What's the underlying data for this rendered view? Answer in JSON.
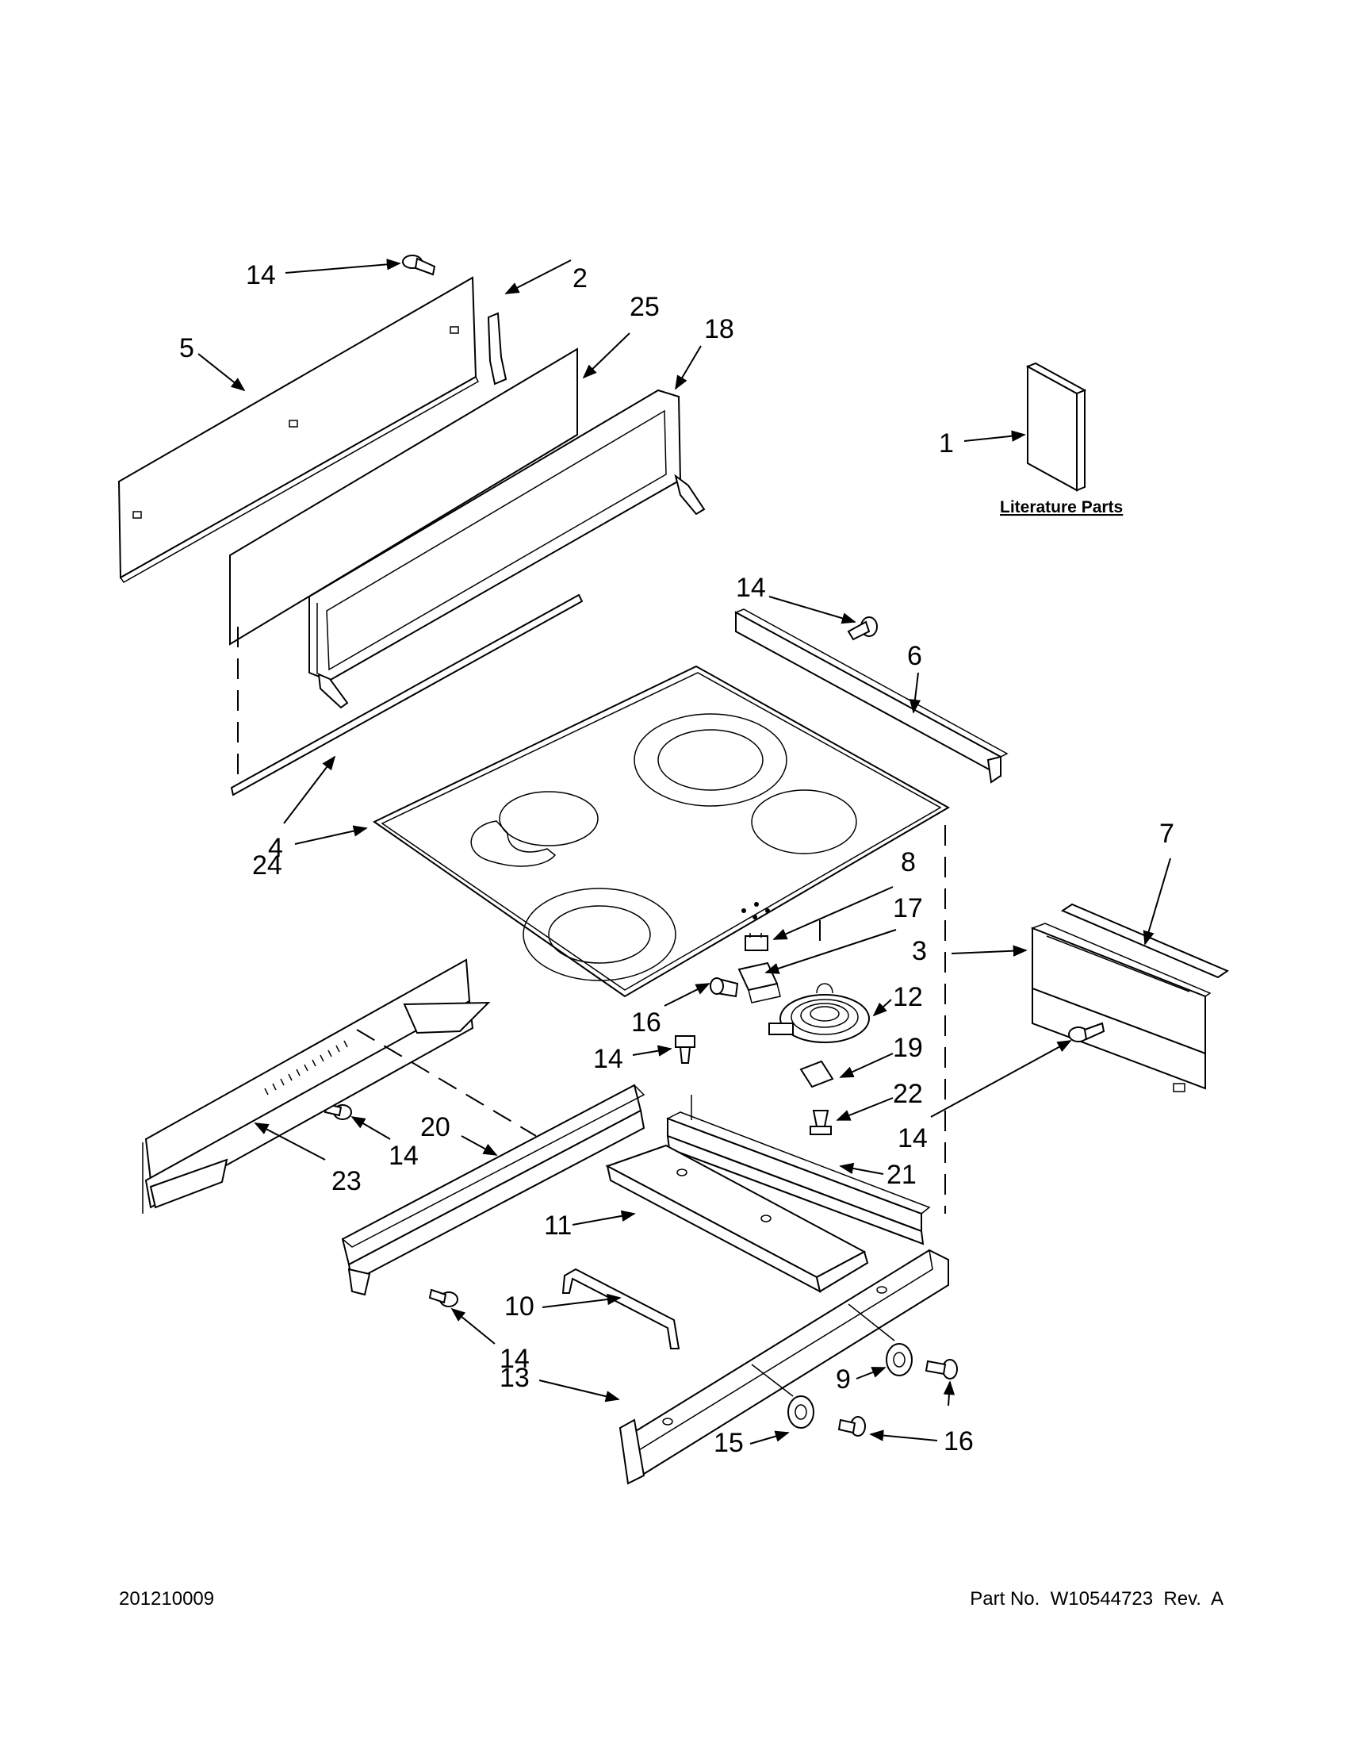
{
  "footer": {
    "doc_code": "201210009",
    "part_number_text": "Part No.  W10544723  Rev.  A"
  },
  "literature": {
    "label": "Literature Parts"
  },
  "callouts": [
    {
      "id": "c14a",
      "label": "14"
    },
    {
      "id": "c2",
      "label": "2"
    },
    {
      "id": "c25",
      "label": "25"
    },
    {
      "id": "c18",
      "label": "18"
    },
    {
      "id": "c5",
      "label": "5"
    },
    {
      "id": "c1",
      "label": "1"
    },
    {
      "id": "c14b",
      "label": "14"
    },
    {
      "id": "c6",
      "label": "6"
    },
    {
      "id": "c24",
      "label": "24"
    },
    {
      "id": "c4",
      "label": "4"
    },
    {
      "id": "c7",
      "label": "7"
    },
    {
      "id": "c8",
      "label": "8"
    },
    {
      "id": "c17",
      "label": "17"
    },
    {
      "id": "c3",
      "label": "3"
    },
    {
      "id": "c12",
      "label": "12"
    },
    {
      "id": "c16a",
      "label": "16"
    },
    {
      "id": "c14c",
      "label": "14"
    },
    {
      "id": "c19",
      "label": "19"
    },
    {
      "id": "c22",
      "label": "22"
    },
    {
      "id": "c14d",
      "label": "14"
    },
    {
      "id": "c14e",
      "label": "14"
    },
    {
      "id": "c20",
      "label": "20"
    },
    {
      "id": "c21",
      "label": "21"
    },
    {
      "id": "c23",
      "label": "23"
    },
    {
      "id": "c11",
      "label": "11"
    },
    {
      "id": "c10",
      "label": "10"
    },
    {
      "id": "c14f",
      "label": "14"
    },
    {
      "id": "c9",
      "label": "9"
    },
    {
      "id": "c13",
      "label": "13"
    },
    {
      "id": "c15",
      "label": "15"
    },
    {
      "id": "c16b",
      "label": "16"
    }
  ]
}
